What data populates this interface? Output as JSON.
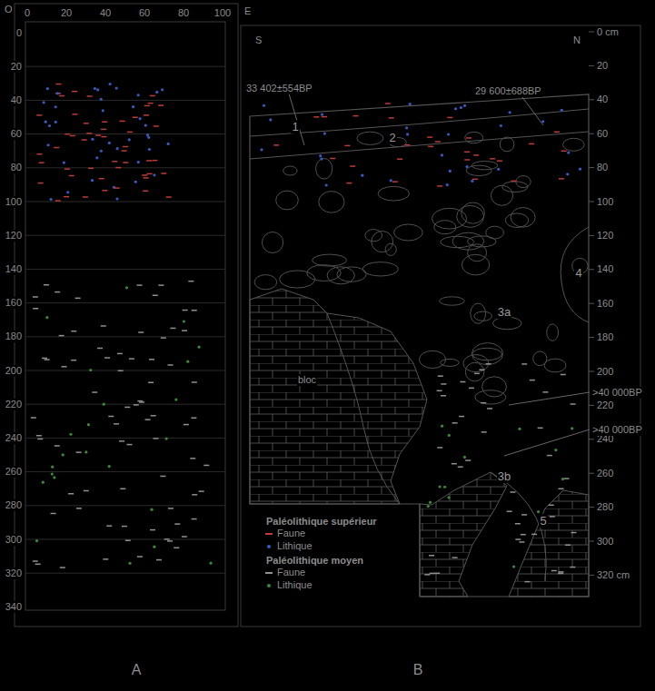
{
  "diagram": {
    "labels": [
      "O",
      "0",
      "20",
      "40",
      "60",
      "80",
      "100",
      "0",
      "20",
      "40",
      "60",
      "80",
      "100",
      "120",
      "140",
      "160",
      "180",
      "200",
      "220",
      "240",
      "260",
      "280",
      "300",
      "320",
      "340",
      "A",
      "E",
      "S",
      "N",
      "0 cm",
      "20",
      "40",
      "60",
      "80",
      "100",
      "120",
      "140",
      "160",
      "180",
      "200",
      "220",
      "240",
      "260",
      "280",
      "300",
      "320 cm",
      "33 402±554BP",
      "29 600±688BP",
      "1",
      "2",
      "4",
      "3a",
      "bloc",
      "3b",
      "5",
      ">40 000BP",
      ">40 000BP",
      "Paléolithique supérieur",
      "Paléolithique moyen",
      "B"
    ],
    "legend": [
      {
        "text": "Faune",
        "color": "#c03a3a"
      },
      {
        "text": "Lithique",
        "color": "#3a5ac0"
      },
      {
        "text": "Faune",
        "color": "#909090"
      },
      {
        "text": "Lithique",
        "color": "#3a8a3a"
      }
    ]
  }
}
